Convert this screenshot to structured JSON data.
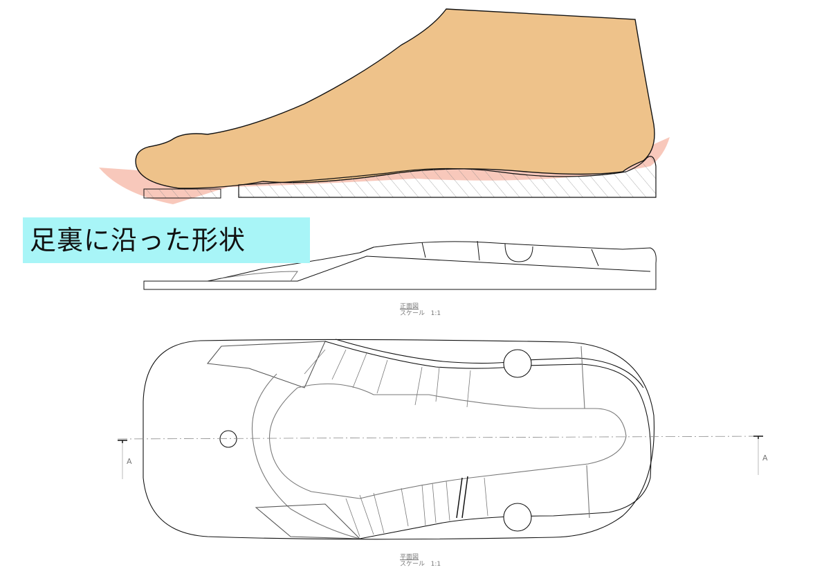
{
  "caption": "足裏に沿った形状",
  "front_view": {
    "title": "正面図",
    "scale_label": "スケール",
    "scale": "1:1"
  },
  "plan_view": {
    "title": "平面図",
    "scale_label": "スケール",
    "scale": "1:1"
  },
  "section_marker": "A",
  "colors": {
    "skin": "#eec28a",
    "pad": "#f7c2b4",
    "caption_bg": "#a8f5f7"
  }
}
